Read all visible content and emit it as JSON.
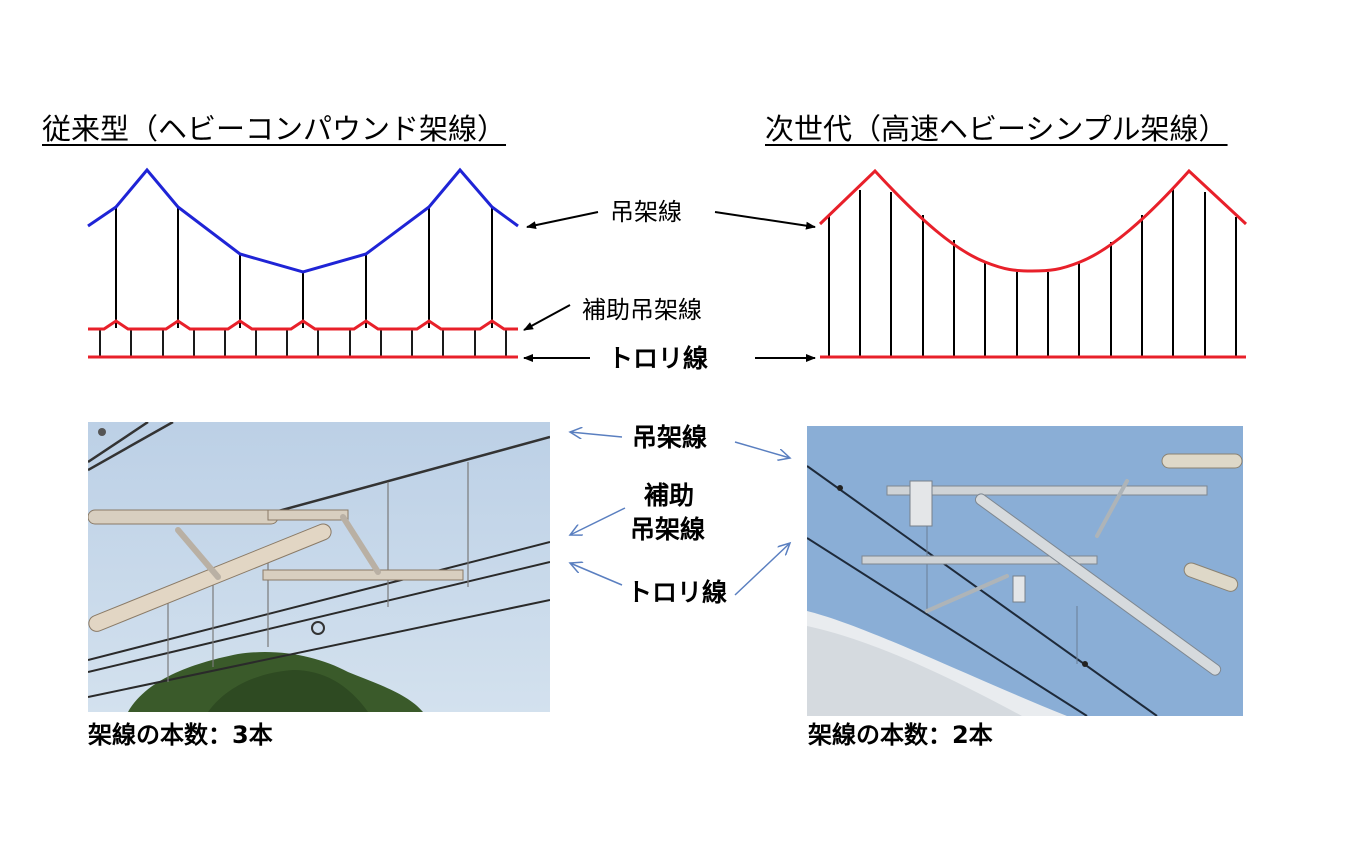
{
  "titles": {
    "left": "従来型（ヘビーコンパウンド架線）",
    "right": "次世代（高速ヘビーシンプル架線）"
  },
  "diagram_labels": {
    "messenger": "吊架線",
    "aux_messenger": "補助吊架線",
    "trolley": "トロリ線"
  },
  "photo_labels": {
    "messenger": "吊架線",
    "aux_line1": "補助",
    "aux_line2": "吊架線",
    "trolley": "トロリ線"
  },
  "captions": {
    "left": "架線の本数：3本",
    "right": "架線の本数：2本"
  },
  "colors": {
    "messenger_conventional": "#1f24d6",
    "red_wire": "#e8202a",
    "hanger": "#000000",
    "annotation_arrow": "#5a7fc0"
  }
}
